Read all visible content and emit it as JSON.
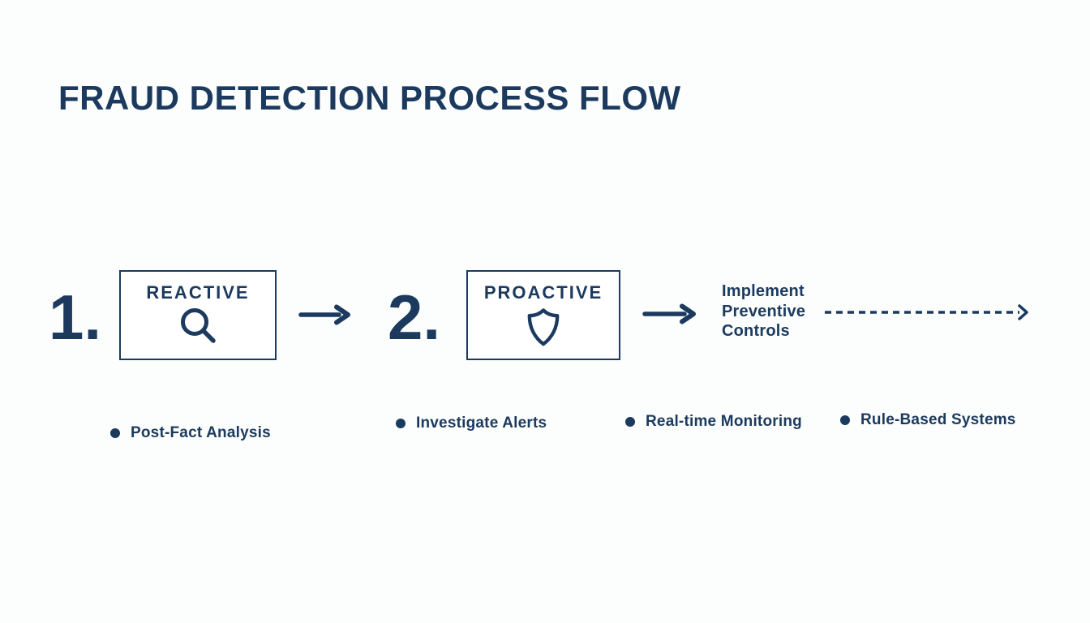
{
  "title": "FRAUD DETECTION PROCESS FLOW",
  "colors": {
    "navy": "#1b3a5e",
    "background": "#fcfdfd",
    "box_fill": "#ffffff"
  },
  "steps": [
    {
      "number": "1.",
      "label": "REACTIVE",
      "icon": "magnifying-glass-icon"
    },
    {
      "number": "2.",
      "label": "PROACTIVE",
      "icon": "shield-icon"
    }
  ],
  "connectors": [
    {
      "icon": "arrow-right-icon",
      "style": "solid"
    },
    {
      "icon": "arrow-right-icon",
      "style": "solid"
    },
    {
      "icon": "dashed-arrow-icon",
      "style": "dashed"
    }
  ],
  "outcome": {
    "line1": "Implement",
    "line2": "Preventive",
    "line3": "Controls"
  },
  "bullets": [
    {
      "icon": "ring-bullet-icon",
      "label": "Post-Fact Analysis"
    },
    {
      "icon": "ring-bullet-icon",
      "label": "Investigate Alerts"
    },
    {
      "icon": "ring-bullet-icon",
      "label": "Real-time Monitoring"
    },
    {
      "icon": "ring-bullet-icon",
      "label": "Rule-Based Systems"
    }
  ]
}
